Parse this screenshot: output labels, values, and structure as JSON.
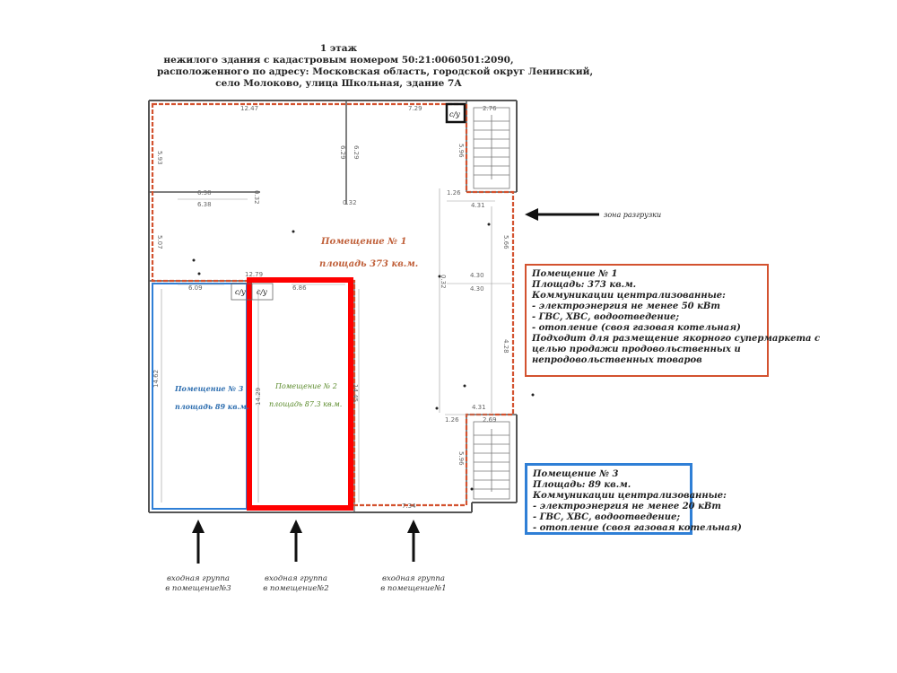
{
  "title": {
    "line1": "1 этаж",
    "line2": "нежилого здания с кадастровым номером 50:21:0060501:2090,",
    "line3": "расположенного по адресу: Московская область, городской округ Ленинский,",
    "line4": "село Молоково, улица Школьная, здание 7А"
  },
  "rooms": {
    "room1": {
      "name": "Помещение № 1",
      "area": "площадь 373 кв.м."
    },
    "room2": {
      "name": "Помещение № 2",
      "area": "площадь 87.3 кв.м."
    },
    "room3": {
      "name": "Помещение № 3",
      "area": "площадь 89 кв.м."
    }
  },
  "unloading_zone": "зона разгрузки",
  "bathroom_label": "с/у",
  "info_room1": {
    "line1": "Помещение № 1",
    "line2": "Площадь: 373 кв.м.",
    "line3": "Коммуникации централизованные:",
    "line4": "- электроэнергия не менее 50 кВт",
    "line5": "- ГВС, ХВС, водоотведение;",
    "line6": "- отопление (своя газовая котельная)",
    "line7": "Подходит для размещение якорного супермаркета с",
    "line8": "целью продажи продовольственных и",
    "line9": "непродовольственных товаров"
  },
  "info_room3": {
    "line1": "Помещение № 3",
    "line2": "Площадь: 89  кв.м.",
    "line3": "Коммуникации централизованные:",
    "line4": "- электроэнергия не менее 20  кВт",
    "line5": "- ГВС, ХВС, водоотведение;",
    "line6": "- отопление (своя газовая котельная)"
  },
  "entries": {
    "e3": {
      "line1": "входная группа",
      "line2": "в помещение№3"
    },
    "e2": {
      "line1": "входная группа",
      "line2": "в помещение№2"
    },
    "e1": {
      "line1": "входная группа",
      "line2": "в помещение№1"
    }
  },
  "dimensions": {
    "d1": "12.47",
    "d2": "7.29",
    "d3": "2.76",
    "d4": "5.93",
    "d5": "6.29",
    "d6": "6.29",
    "d7": "5.96",
    "d8": "6.38",
    "d9": "6.38",
    "d10": "0.32",
    "d11": "0.32",
    "d12": "1.26",
    "d13": "4.31",
    "d14": "5.07",
    "d15": "5.66",
    "d16": "12.79",
    "d17": "6.09",
    "d18": "6.86",
    "d19": "4.30",
    "d20": "4.30",
    "d21": "0.32",
    "d22": "14.62",
    "d23": "14.29",
    "d24": "14.45",
    "d25": "4.28",
    "d26": "4.31",
    "d27": "1.26",
    "d28": "2.69",
    "d29": "5.96",
    "d30": "7.34"
  },
  "colors": {
    "room1_outline": "#d3522f",
    "room3_outline": "#2f7fd6",
    "highlight": "#ff0000",
    "room1_text": "#c0603a",
    "room2_text": "#5a8a2a",
    "room3_text": "#2f6fb0"
  }
}
